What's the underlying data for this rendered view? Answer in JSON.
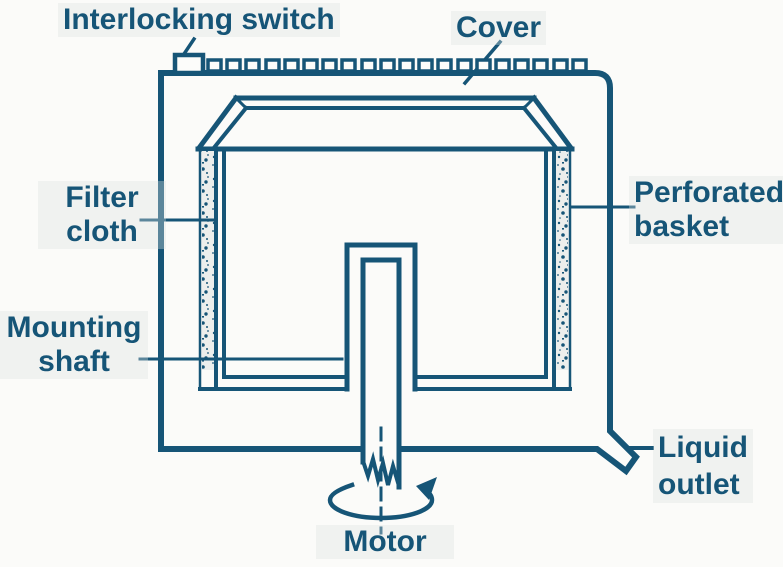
{
  "diagram": {
    "labels": {
      "interlocking_switch": "Interlocking switch",
      "cover": "Cover",
      "filter_cloth": {
        "line1": "Filter",
        "line2": "cloth"
      },
      "perforated_basket": {
        "line1": "Perforated",
        "line2": "basket"
      },
      "mounting_shaft": {
        "line1": "Mounting",
        "line2": "shaft"
      },
      "liquid_outlet": {
        "line1": "Liquid",
        "line2": "outlet"
      },
      "motor": "Motor"
    },
    "colors": {
      "ink": "#165577",
      "bg": "#fbfbf9",
      "cloth": "#eceeec"
    }
  }
}
